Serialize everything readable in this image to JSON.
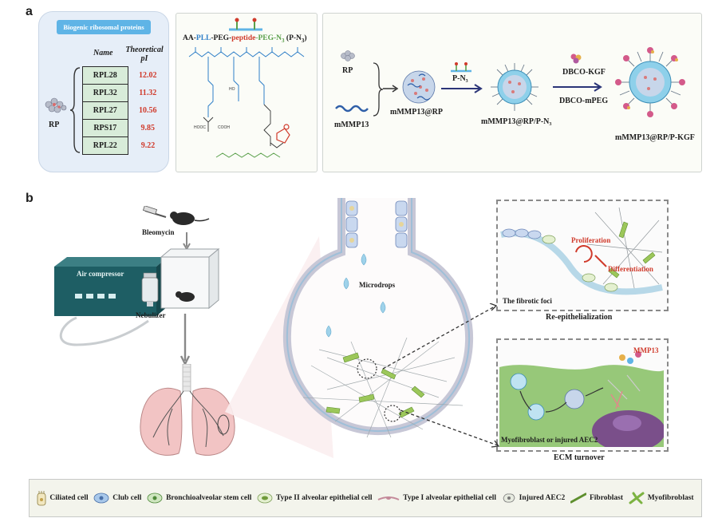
{
  "panel_a": {
    "letter": "a",
    "table_box": {
      "title": "Biogenic ribosomal proteins",
      "col_name": "Name",
      "col_pi": "Theoretical pI",
      "source_label": "RP",
      "rows": [
        {
          "name": "RPL28",
          "pi": "12.02"
        },
        {
          "name": "RPL32",
          "pi": "11.32"
        },
        {
          "name": "RPL27",
          "pi": "10.56"
        },
        {
          "name": "RPS17",
          "pi": "9.85"
        },
        {
          "name": "RPL22",
          "pi": "9.22"
        }
      ]
    },
    "polymer_box": {
      "title_parts": [
        {
          "text": "AA-",
          "color": "#1d1d1d"
        },
        {
          "text": "PLL",
          "color": "#2f7fc8"
        },
        {
          "text": "-PEG-",
          "color": "#1d1d1d"
        },
        {
          "text": "peptide",
          "color": "#d03a2b"
        },
        {
          "text": "-PEG-N",
          "color": "#5aa04b"
        },
        {
          "text": "3",
          "color": "#5aa04b",
          "sub": true
        },
        {
          "text": " (P-N",
          "color": "#1d1d1d"
        },
        {
          "text": "3",
          "color": "#1d1d1d",
          "sub": true
        },
        {
          "text": ")",
          "color": "#1d1d1d"
        }
      ]
    },
    "scheme_box": {
      "labels": {
        "rp": "RP",
        "mmmp13_top": "mMMP13",
        "np1": "mMMP13@RP",
        "pn3": "P-N₃",
        "np2": "mMMP13@RP/P-N₃",
        "dbco_kgf": "DBCO-KGF",
        "dbco_mpeg": "DBCO-mPEG",
        "np3": "mMMP13@RP/P-KGF"
      }
    }
  },
  "panel_b": {
    "letter": "b",
    "labels": {
      "bleomycin": "Bleomycin",
      "air_compressor": "Air compressor",
      "nebulizer": "Nebulizer",
      "microdrops": "Microdrops",
      "fibrotic_foci": "The fibrotic foci",
      "proliferation": "Proliferation",
      "differentiation": "Differentiation",
      "re_epithelialization": "Re-epithelialization",
      "mmp13": "MMP13",
      "myofibroblast_or_aec2": "Myofibroblast or injured AEC2",
      "ecm_turnover": "ECM turnover"
    },
    "legend": [
      {
        "label": "Ciliated cell",
        "icon": "ciliated-cell-icon"
      },
      {
        "label": "Club cell",
        "icon": "club-cell-icon"
      },
      {
        "label": "Bronchioalveolar stem cell",
        "icon": "stem-cell-icon"
      },
      {
        "label": "Type II alveolar epithelial cell",
        "icon": "type2-cell-icon"
      },
      {
        "label": "Type I alveolar epithelial cell",
        "icon": "type1-cell-icon"
      },
      {
        "label": "Injured AEC2",
        "icon": "injured-aec2-icon"
      },
      {
        "label": "Fibroblast",
        "icon": "fibroblast-icon"
      },
      {
        "label": "Myofibroblast",
        "icon": "myofibroblast-icon"
      }
    ]
  },
  "colors": {
    "cell_green": "#8cc26a",
    "fiber_grey": "#9aa3a6",
    "arrow_navy": "#2b3578",
    "pi_red": "#d03a2b",
    "lung_pink": "#f2c4c4"
  }
}
